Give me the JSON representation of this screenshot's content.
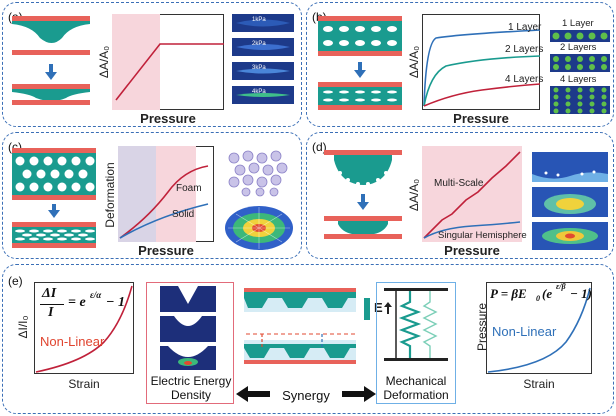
{
  "panels": {
    "a": {
      "label": "(a)",
      "x_label": "Pressure",
      "y_label": "ΔA/A₀",
      "pressures": [
        "1kPa",
        "2kPa",
        "3kPa",
        "4kPa"
      ]
    },
    "b": {
      "label": "(b)",
      "x_label": "Pressure",
      "y_label": "ΔA/A₀",
      "series": [
        "1 Layer",
        "2 Layers",
        "4 Layers"
      ],
      "side_labels": [
        "1 Layer",
        "2 Layers",
        "4 Layers"
      ]
    },
    "c": {
      "label": "(c)",
      "x_label": "Pressure",
      "y_label": "Deformation",
      "series": [
        "Foam",
        "Solid"
      ]
    },
    "d": {
      "label": "(d)",
      "x_label": "Pressure",
      "y_label": "ΔA/A₀",
      "series": [
        "Multi-Scale",
        "Singular Hemisphere"
      ]
    },
    "e": {
      "label": "(e)",
      "left_plot": {
        "y_label": "ΔI/I₀",
        "x_label": "Strain",
        "curve_label": "Non-Linear",
        "eq_lhs": "ΔI",
        "eq_den": "I",
        "eq_rhs": "= e",
        "eq_exp": "ε/α",
        "eq_tail": " − 1"
      },
      "right_plot": {
        "y_label": "Pressure",
        "x_label": "Strain",
        "curve_label": "Non-Linear",
        "equation": "P = βE",
        "eq_sub": "0",
        "eq_mid": "(e",
        "eq_exp": "ε/β",
        "eq_tail": " − 1)"
      },
      "electric_box": "Electric Energy Density",
      "mechanical_box": "Mechanical Deformation",
      "synergy": "Synergy",
      "field_label": "E"
    }
  },
  "colors": {
    "teal": "#1a9b8f",
    "plate": "#e8625a",
    "pink": "#f7d6dc",
    "curve_red": "#c0213a",
    "curve_blue": "#2f70b8",
    "dashed_blue": "#3b6fb6"
  }
}
